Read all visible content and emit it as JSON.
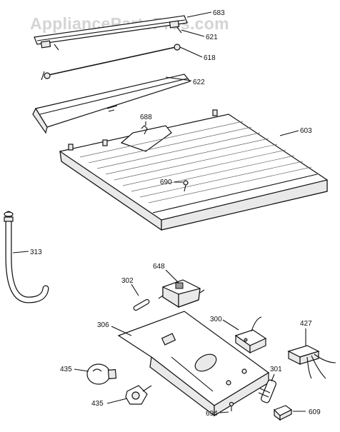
{
  "watermark": "AppliancePartsPros.com",
  "parts": {
    "p683": "683",
    "p621": "621",
    "p618": "618",
    "p622": "622",
    "p688": "688",
    "p603": "603",
    "p690": "690",
    "p313": "313",
    "p648": "648",
    "p302": "302",
    "p306": "306",
    "p300": "300",
    "p427": "427",
    "p435a": "435",
    "p301": "301",
    "p435b": "435",
    "p694": "694",
    "p609": "609"
  }
}
